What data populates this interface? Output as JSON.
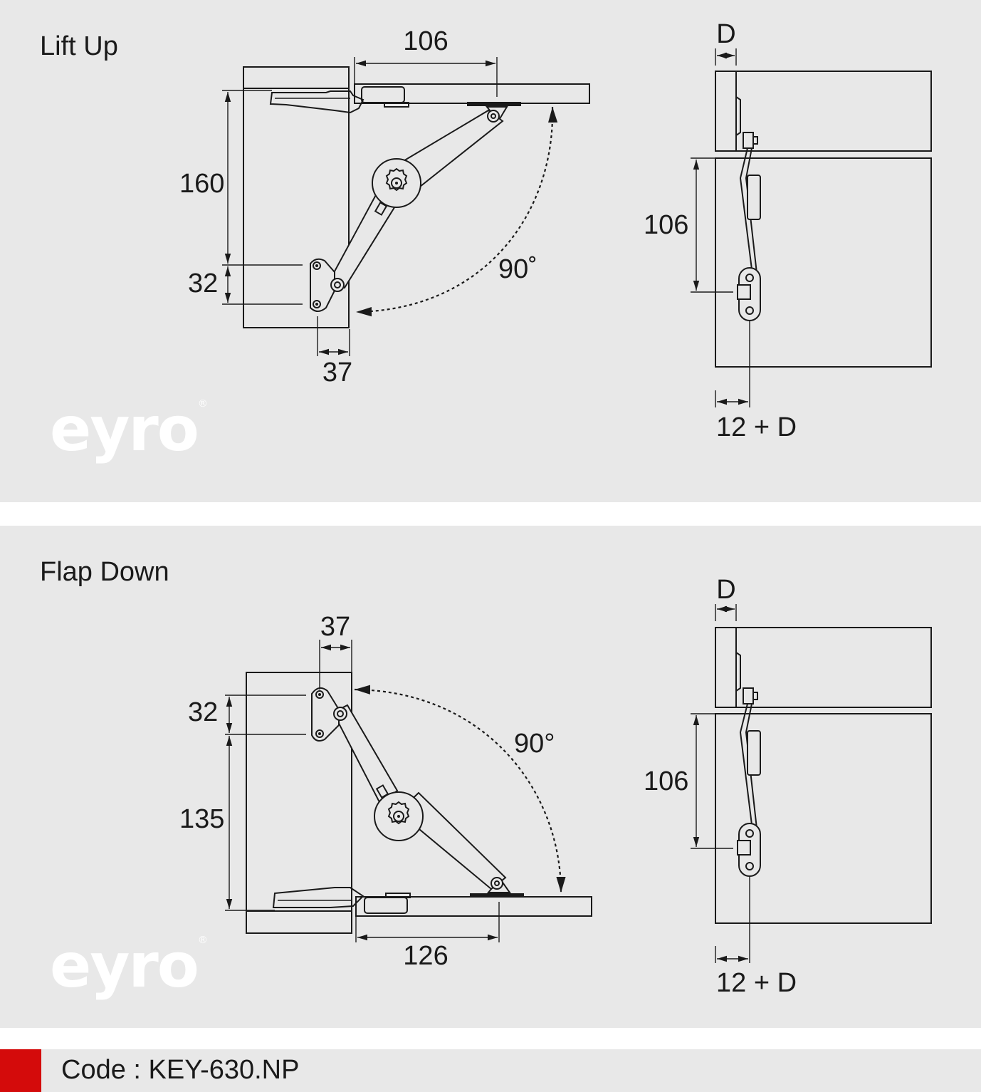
{
  "colors": {
    "panel_bg": "#e8e8e8",
    "accent": "#d40b0b",
    "ink": "#1a1a1a",
    "logo": "#ffffff"
  },
  "lift_up": {
    "title": "Lift Up",
    "dims": {
      "top_width": "106",
      "height": "160",
      "spacing": "32",
      "depth": "37",
      "angle": "90˚"
    },
    "side": {
      "d": "D",
      "height": "106",
      "offset": "12 + D"
    }
  },
  "flap_down": {
    "title": "Flap Down",
    "dims": {
      "depth": "37",
      "spacing": "32",
      "height": "135",
      "bottom_width": "126",
      "angle": "90°"
    },
    "side": {
      "d": "D",
      "height": "106",
      "offset": "12 + D"
    }
  },
  "logo": {
    "text": "eyro",
    "mark": "®"
  },
  "footer": {
    "code": "Code : KEY-630.NP"
  }
}
